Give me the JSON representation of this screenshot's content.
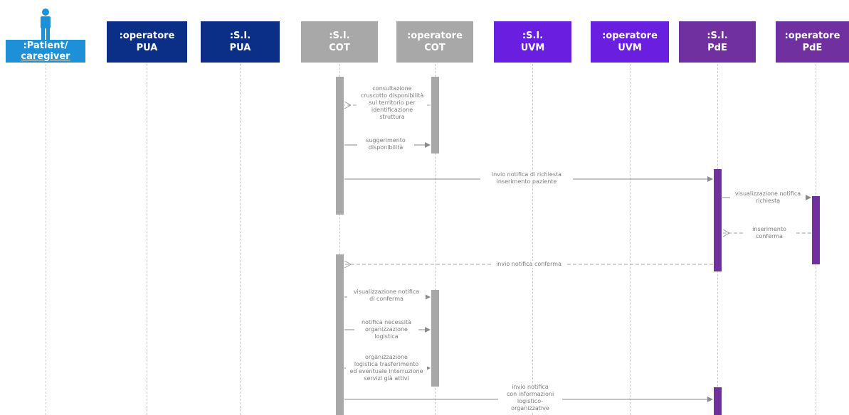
{
  "colors": {
    "pua": "#0b2f86",
    "cot": "#a8a8a8",
    "uvm": "#6a1ee0",
    "pde": "#7030a0",
    "patient": "#1e90d8",
    "arrow": "#8a8a8a"
  },
  "actors": [
    {
      "id": "patient",
      "line1": ":Patient/",
      "line2": "caregiver",
      "icon": "person-icon"
    },
    {
      "id": "operatore-pua",
      "line1": ":operatore",
      "line2": "PUA"
    },
    {
      "id": "si-pua",
      "line1": ":S.I.",
      "line2": "PUA"
    },
    {
      "id": "si-cot",
      "line1": ":S.I.",
      "line2": "COT"
    },
    {
      "id": "operatore-cot",
      "line1": ":operatore",
      "line2": "COT"
    },
    {
      "id": "si-uvm",
      "line1": ":S.I.",
      "line2": "UVM"
    },
    {
      "id": "operatore-uvm",
      "line1": ":operatore",
      "line2": "UVM"
    },
    {
      "id": "si-pde",
      "line1": ":S.I.",
      "line2": "PdE"
    },
    {
      "id": "operatore-pde",
      "line1": ":operatore",
      "line2": "PdE"
    }
  ],
  "messages": [
    {
      "lines": [
        "consultazione",
        "cruscotto disponibilità",
        "sul territorio per",
        "identificazione",
        "struttura"
      ]
    },
    {
      "lines": [
        "suggerimento",
        "disponibilità"
      ]
    },
    {
      "lines": [
        "invio notifica di richiesta",
        "inserimento paziente"
      ]
    },
    {
      "lines": [
        "visualizzazione notifica",
        "richiesta"
      ]
    },
    {
      "lines": [
        "inserimento",
        "conferma"
      ]
    },
    {
      "lines": [
        "invio notifica conferma"
      ]
    },
    {
      "lines": [
        "visualizzazione notifica",
        "di conferma"
      ]
    },
    {
      "lines": [
        "notifica necessità",
        "organizzazione",
        "logistica"
      ]
    },
    {
      "lines": [
        "organizzazione",
        "logistica trasferimento",
        "ed eventuale interruzione",
        "servizi già attivi"
      ]
    },
    {
      "lines": [
        "invio notifica",
        "con informazioni",
        "logistico-",
        "organizzative"
      ]
    }
  ]
}
